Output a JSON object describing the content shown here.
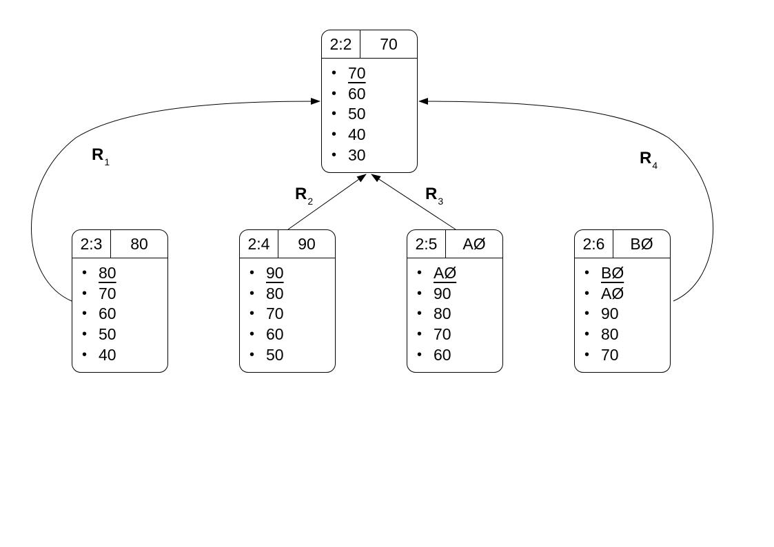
{
  "nodes": [
    {
      "id": "2:2",
      "key": "70",
      "items": [
        "70",
        "60",
        "50",
        "40",
        "30"
      ]
    },
    {
      "id": "2:3",
      "key": "80",
      "items": [
        "80",
        "70",
        "60",
        "50",
        "40"
      ]
    },
    {
      "id": "2:4",
      "key": "90",
      "items": [
        "90",
        "80",
        "70",
        "60",
        "50"
      ]
    },
    {
      "id": "2:5",
      "key": "AØ",
      "items": [
        "AØ",
        "90",
        "80",
        "70",
        "60"
      ]
    },
    {
      "id": "2:6",
      "key": "BØ",
      "items": [
        "BØ",
        "AØ",
        "90",
        "80",
        "70"
      ]
    }
  ],
  "edges": [
    {
      "label": "R",
      "subscript": "1",
      "from": "2:3",
      "to": "2:2"
    },
    {
      "label": "R",
      "subscript": "2",
      "from": "2:4",
      "to": "2:2"
    },
    {
      "label": "R",
      "subscript": "3",
      "from": "2:5",
      "to": "2:2"
    },
    {
      "label": "R",
      "subscript": "4",
      "from": "2:6",
      "to": "2:2"
    }
  ]
}
